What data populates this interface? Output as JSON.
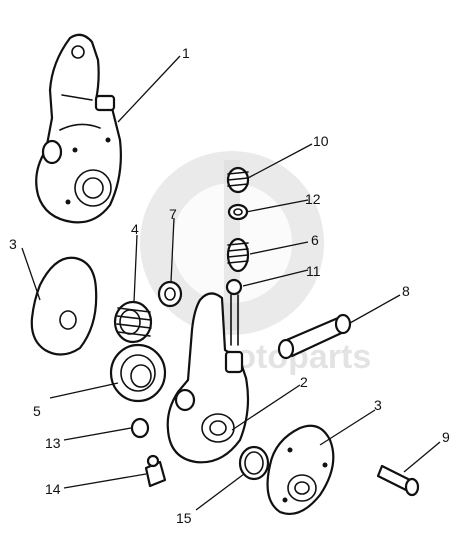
{
  "watermark": {
    "text": "motoparts",
    "icon": "gear-logo-watermark"
  },
  "callouts": [
    "1",
    "2",
    "3",
    "3",
    "4",
    "5",
    "6",
    "7",
    "8",
    "9",
    "10",
    "11",
    "12",
    "13",
    "14",
    "15"
  ],
  "colors": {
    "ink": "#111111",
    "watermark": "#d2d2d2",
    "background": "#ffffff"
  }
}
